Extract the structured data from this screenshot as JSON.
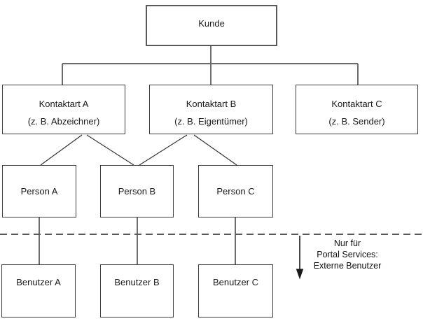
{
  "nodes": {
    "kunde": {
      "label": "Kunde"
    },
    "kontaktart_a": {
      "label": "Kontaktart A",
      "sublabel": "(z. B. Abzeichner)"
    },
    "kontaktart_b": {
      "label": "Kontaktart B",
      "sublabel": "(z. B. Eigentümer)"
    },
    "kontaktart_c": {
      "label": "Kontaktart C",
      "sublabel": "(z. B. Sender)"
    },
    "person_a": {
      "label": "Person A"
    },
    "person_b": {
      "label": "Person B"
    },
    "person_c": {
      "label": "Person C"
    },
    "benutzer_a": {
      "label": "Benutzer A"
    },
    "benutzer_b": {
      "label": "Benutzer B"
    },
    "benutzer_c": {
      "label": "Benutzer C"
    }
  },
  "edges": [
    {
      "from": "kunde",
      "to": "kontaktart_a"
    },
    {
      "from": "kunde",
      "to": "kontaktart_b"
    },
    {
      "from": "kunde",
      "to": "kontaktart_c"
    },
    {
      "from": "kontaktart_a",
      "to": "person_a"
    },
    {
      "from": "kontaktart_a",
      "to": "person_b"
    },
    {
      "from": "kontaktart_b",
      "to": "person_b"
    },
    {
      "from": "kontaktart_b",
      "to": "person_c"
    },
    {
      "from": "person_a",
      "to": "benutzer_a"
    },
    {
      "from": "person_b",
      "to": "benutzer_b"
    },
    {
      "from": "person_c",
      "to": "benutzer_c"
    }
  ],
  "annotation": {
    "line1": "Nur für",
    "line2": "Portal Services:",
    "line3": "Externe Benutzer"
  },
  "colors": {
    "background": "#ffffff",
    "box_border": "#3e3e3e",
    "root_box_border": "#59595b",
    "tree_connector": "#6b6b6d",
    "diagonal_connector": "#333333",
    "dashed_divider": "#595959",
    "arrow": "#1a1a1a",
    "text": "#1a1a1a"
  }
}
